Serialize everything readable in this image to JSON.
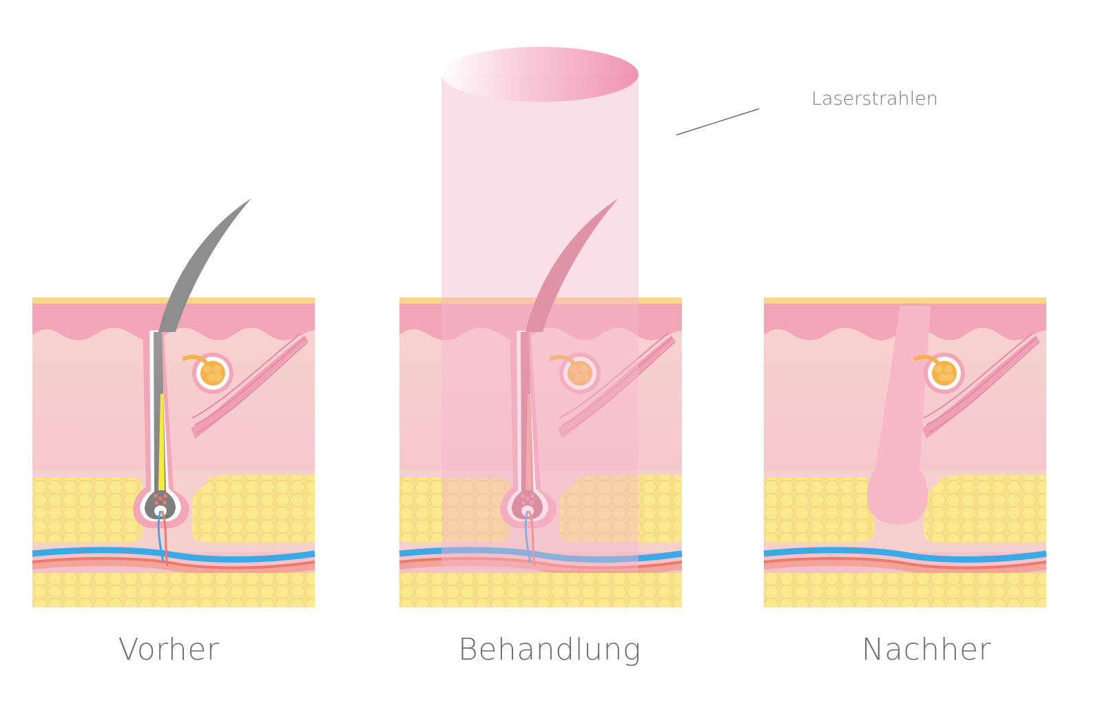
{
  "labels": {
    "before": "Vorher",
    "treatment": "Behandlung",
    "after": "Nachher",
    "laser": "Laserstrahlen"
  },
  "colors": {
    "epidermis": "#f3a6b8",
    "dermis": "#f7cdd3",
    "surface": "#f9d98a",
    "fat": "#f8e58c",
    "vein": "#3aa9e6",
    "artery": "#ec7a6c",
    "hair": "#8d8d8d",
    "laser": "#f2a7c0"
  }
}
